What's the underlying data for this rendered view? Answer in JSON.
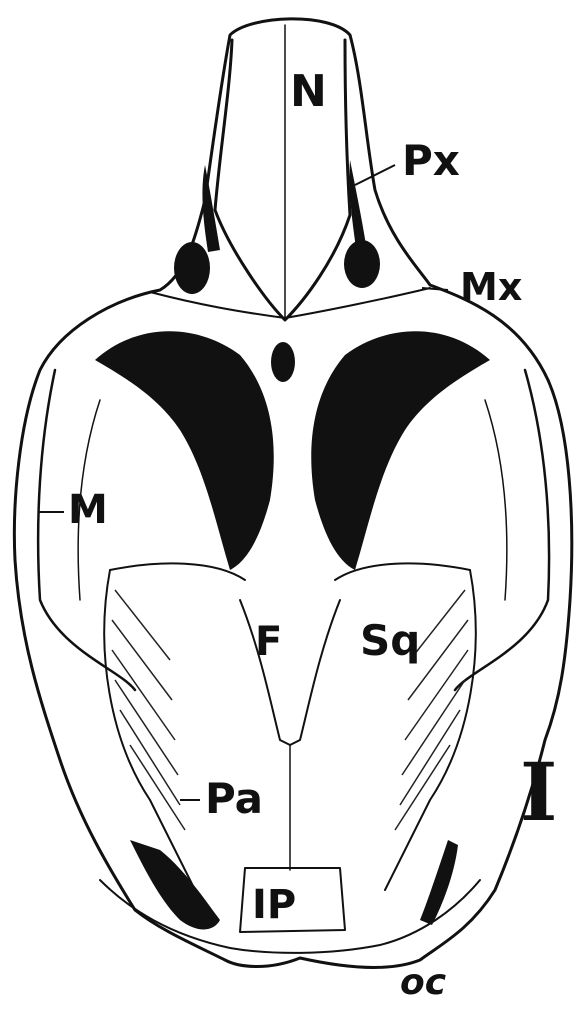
{
  "figure": {
    "number": "I",
    "labels": {
      "nasal": "N",
      "premaxilla": "Px",
      "maxilla": "Mx",
      "malar": "M",
      "frontal": "F",
      "squamosal": "Sq",
      "parietal": "Pa",
      "interparietal": "IP",
      "occipital": "oc"
    }
  }
}
